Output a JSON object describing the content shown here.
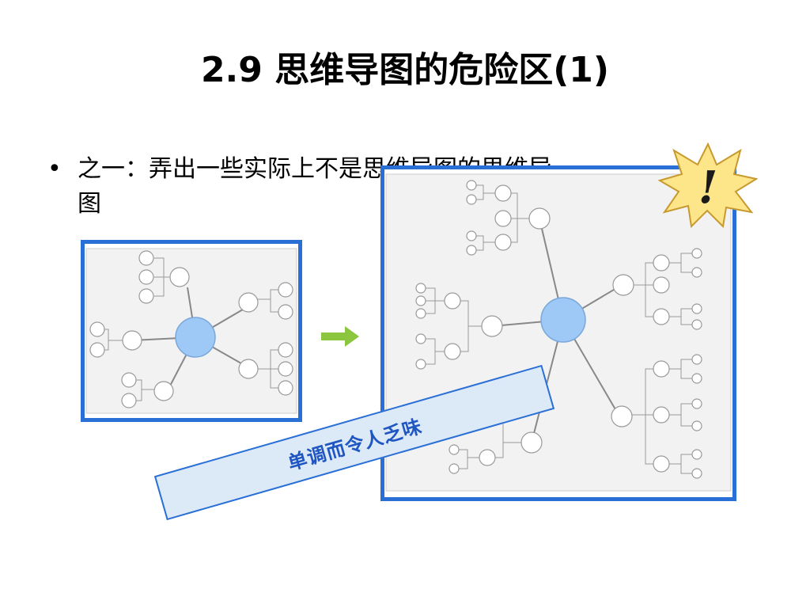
{
  "slide": {
    "title": "2.9 思维导图的危险区(1)",
    "bullet_marker": "•",
    "bullet_line1": "之一：弄出一些实际上不是思维导图的思维导",
    "bullet_line2": "图"
  },
  "banner": {
    "text": "单调而令人乏味"
  },
  "icons": {
    "arrow": "right-arrow-icon",
    "burst": "exclamation-burst-icon",
    "burst_glyph": "!"
  },
  "colors": {
    "frame_blue": "#2a6fd6",
    "center_node": "#9ec9f7",
    "arrow_green": "#8cc63f",
    "burst_yellow": "#fde58a",
    "banner_fill": "#dce9f7",
    "banner_text": "#1f56c2"
  }
}
